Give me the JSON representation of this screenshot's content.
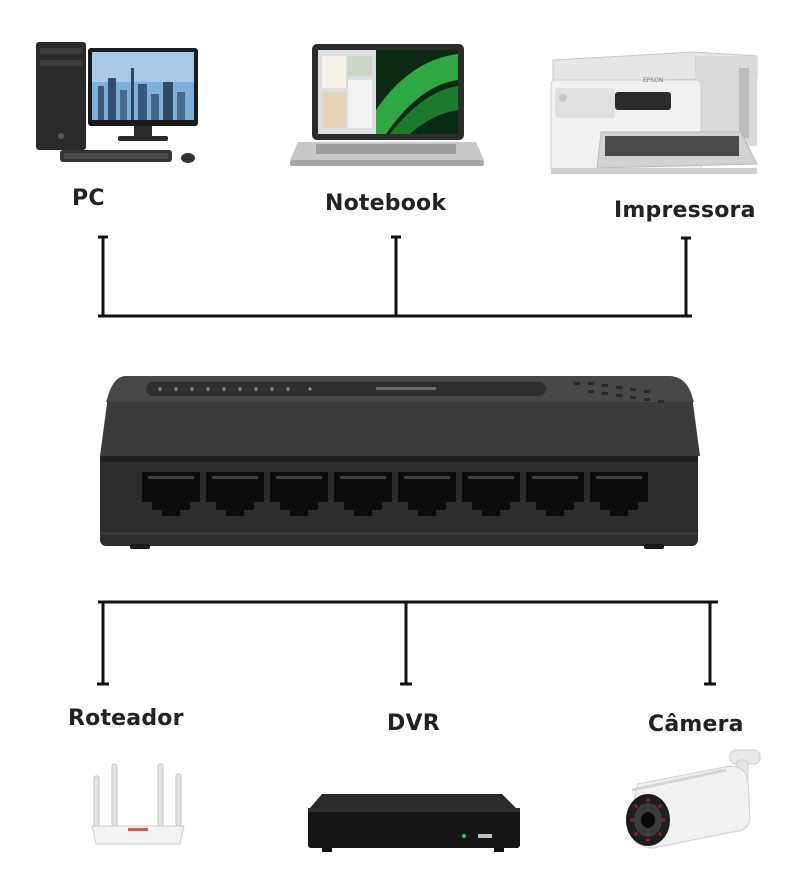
{
  "devices_top": {
    "pc": {
      "label": "PC",
      "icon": "desktop-computer-icon"
    },
    "notebook": {
      "label": "Notebook",
      "icon": "laptop-icon"
    },
    "printer": {
      "label": "Impressora",
      "icon": "printer-icon"
    }
  },
  "devices_bottom": {
    "router": {
      "label": "Roteador",
      "icon": "wifi-router-icon"
    },
    "dvr": {
      "label": "DVR",
      "icon": "dvr-box-icon"
    },
    "camera": {
      "label": "Câmera",
      "icon": "security-camera-icon"
    }
  },
  "switch": {
    "icon": "network-switch-icon",
    "ports": 8
  },
  "colors": {
    "line": "#111111",
    "switch_body": "#3a3a3a",
    "switch_front": "#2b2b2b",
    "port": "#0d0d0d",
    "label_text": "#222222"
  }
}
